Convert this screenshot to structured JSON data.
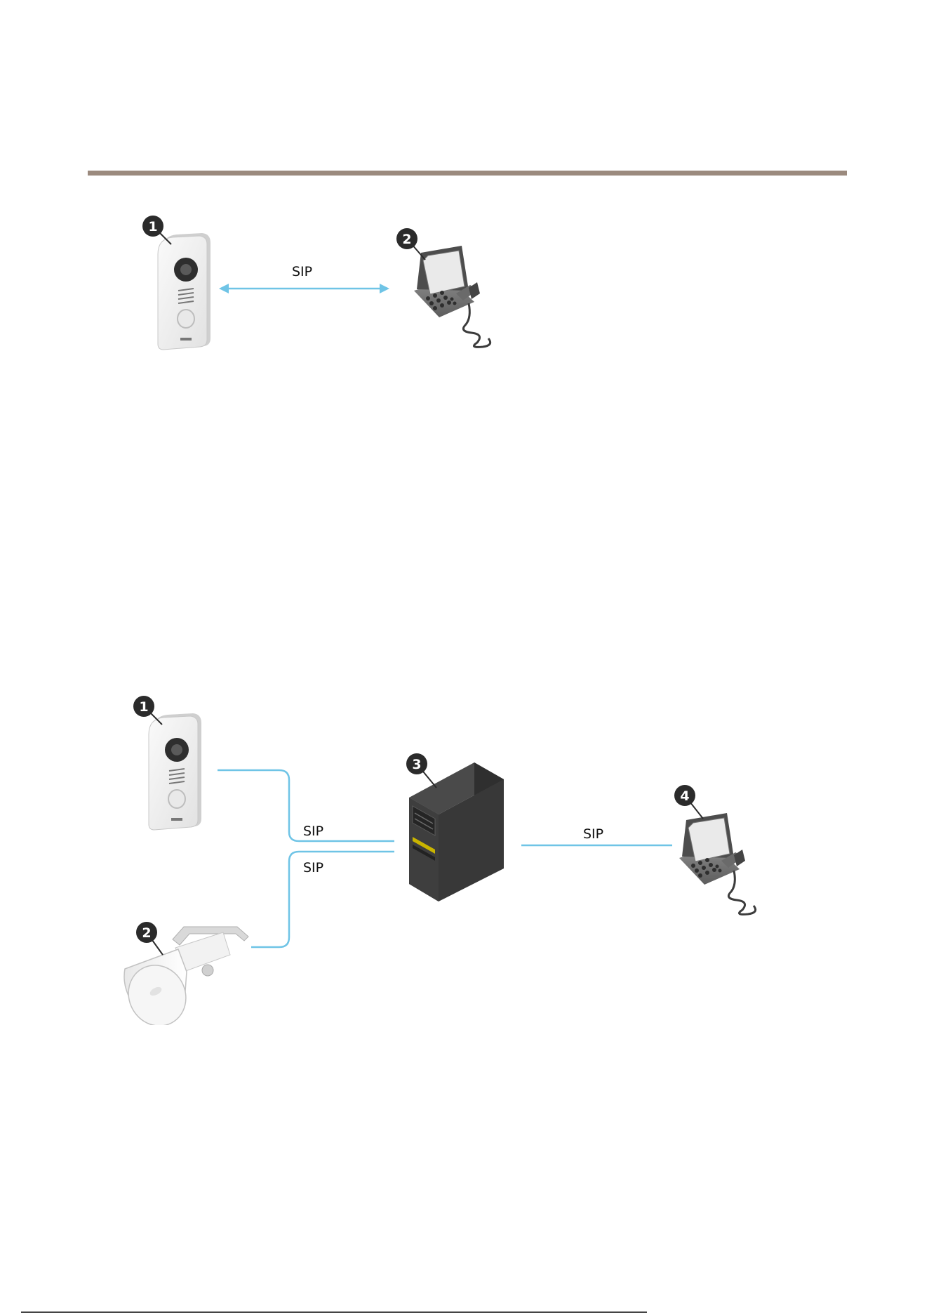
{
  "colors": {
    "rule": "#9b8a7e",
    "connection": "#6fc4e6",
    "badge": "#2b2b2b"
  },
  "diagram1": {
    "link_label": "SIP",
    "callouts": [
      "1",
      "2"
    ],
    "devices": [
      "door-station",
      "ip-phone"
    ]
  },
  "diagram2": {
    "link_labels": [
      "SIP",
      "SIP",
      "SIP"
    ],
    "callouts": [
      "1",
      "2",
      "3",
      "4"
    ],
    "devices": [
      "door-station",
      "horn-speaker",
      "pbx-server",
      "ip-phone"
    ]
  }
}
